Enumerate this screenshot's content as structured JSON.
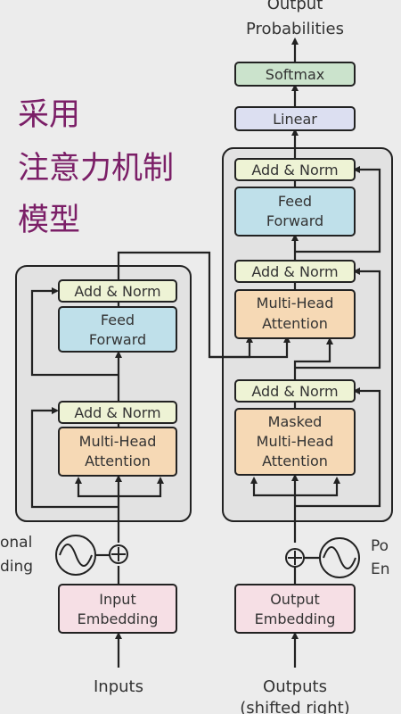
{
  "title_lines": [
    "采用",
    "注意力机制",
    "模型"
  ],
  "colors": {
    "background": "#ececec",
    "add_norm": "#eef3d5",
    "feed_forward": "#bfe0ea",
    "attention": "#f6d9b5",
    "embedding": "#f6dfe5",
    "linear": "#dcdff1",
    "softmax": "#cbe3cc",
    "title": "#7b1f67",
    "stack_fill": "#e2e2e2",
    "stroke": "#222222"
  },
  "encoder": {
    "add_norm_top": "Add & Norm",
    "feed_forward": [
      "Feed",
      "Forward"
    ],
    "add_norm_bottom": "Add & Norm",
    "attention": [
      "Multi-Head",
      "Attention"
    ],
    "embedding": [
      "Input",
      "Embedding"
    ],
    "input_label": "Inputs",
    "positional_label": [
      "onal",
      "ding"
    ]
  },
  "decoder": {
    "output_title": [
      "Output",
      "Probabilities"
    ],
    "softmax": "Softmax",
    "linear": "Linear",
    "add_norm_3": "Add & Norm",
    "feed_forward": [
      "Feed",
      "Forward"
    ],
    "add_norm_2": "Add & Norm",
    "cross_attention": [
      "Multi-Head",
      "Attention"
    ],
    "add_norm_1": "Add & Norm",
    "masked_attention": [
      "Masked",
      "Multi-Head",
      "Attention"
    ],
    "embedding": [
      "Output",
      "Embedding"
    ],
    "output_label": [
      "Outputs",
      "(shifted right)"
    ],
    "positional_label": [
      "Po",
      "En"
    ]
  },
  "icons": {
    "add": "circle-plus-icon",
    "positional_encoding": "sine-wave-icon"
  }
}
